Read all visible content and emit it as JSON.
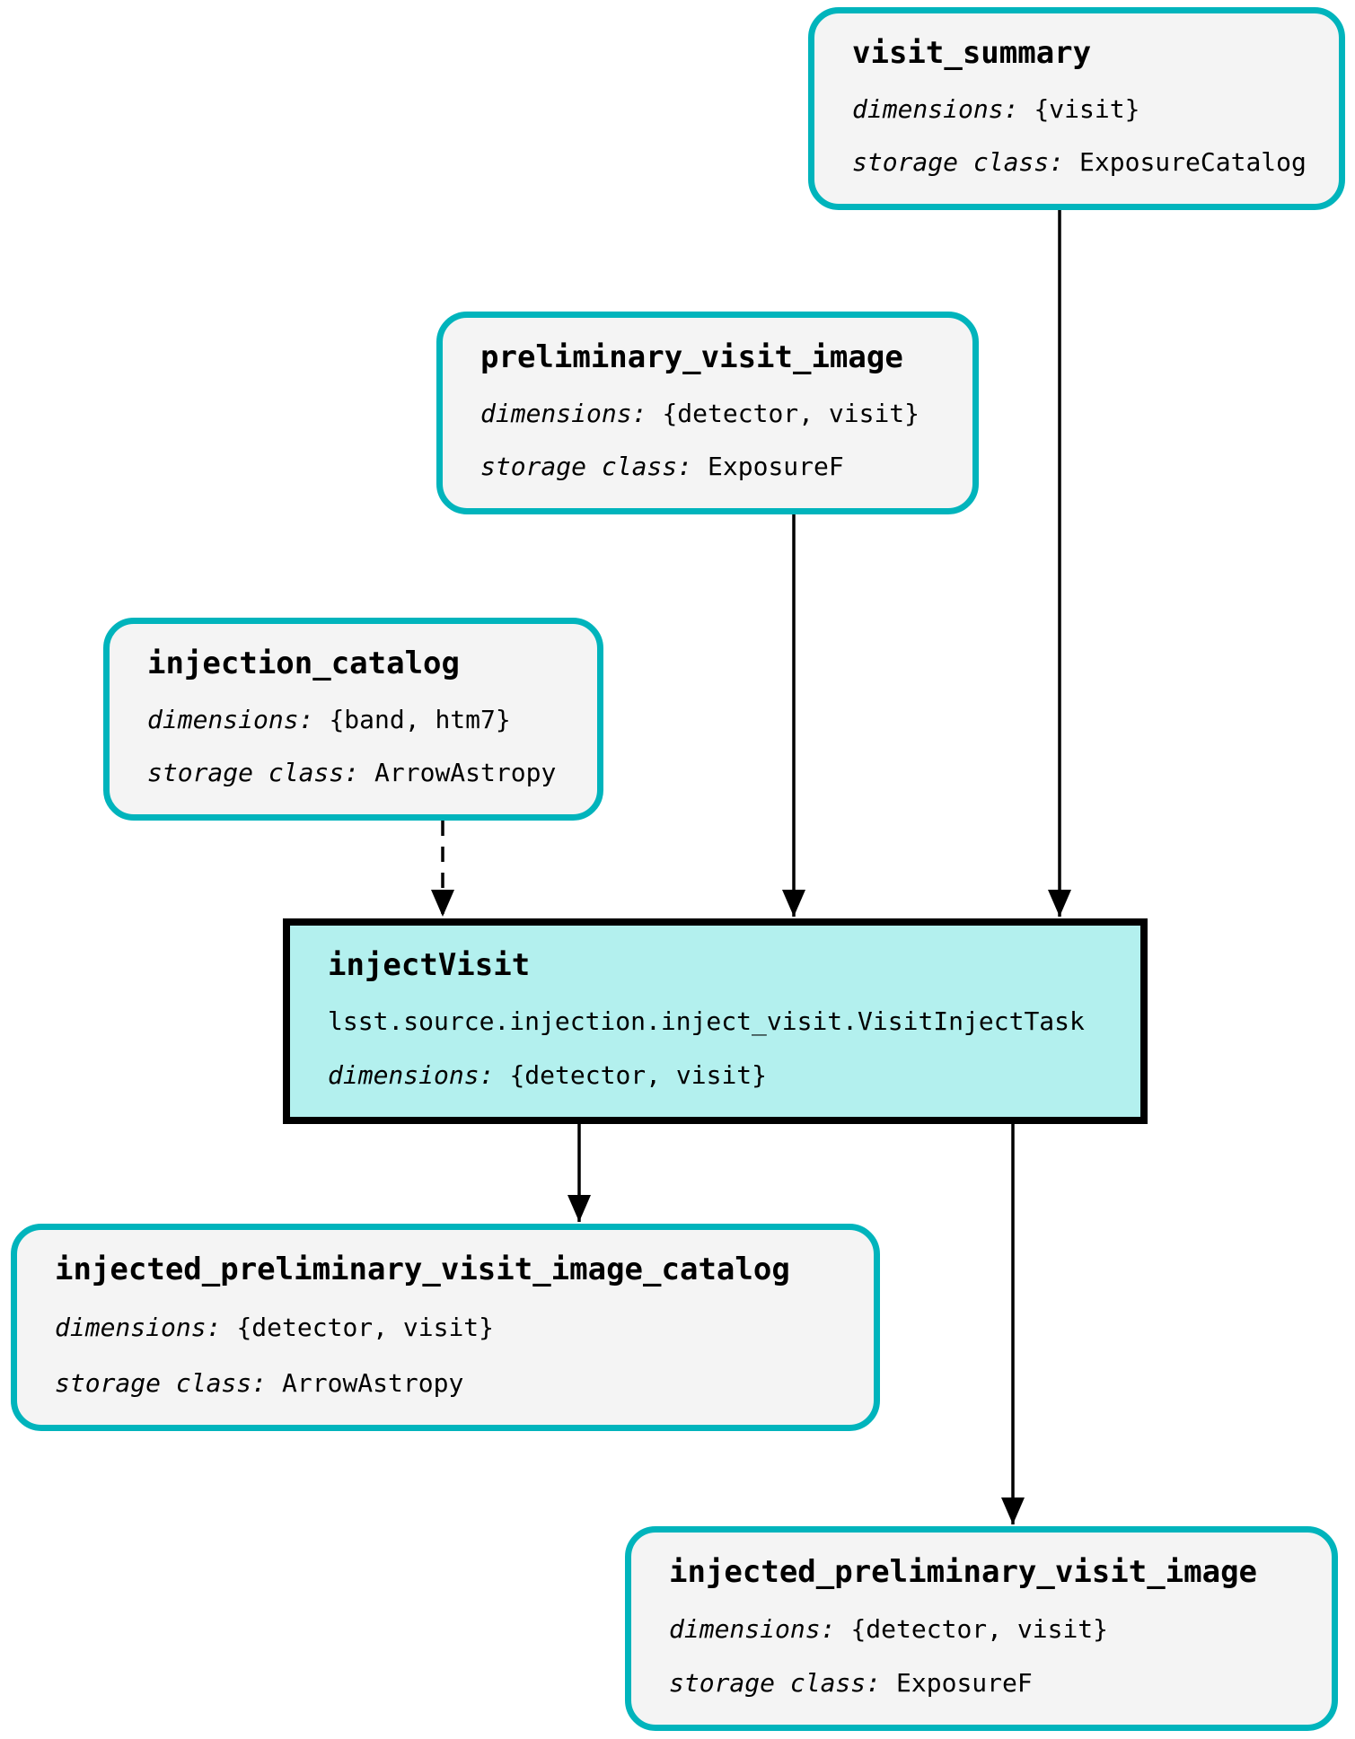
{
  "diagram_type": "pipeline-task-graph",
  "colors": {
    "background": "#ffffff",
    "dataset_border": "#00b4bc",
    "dataset_fill": "#f4f4f4",
    "task_border": "#000000",
    "task_fill": "#b3f0ee",
    "edge": "#000000",
    "text": "#000000"
  },
  "nodes": {
    "visit_summary": {
      "type": "dataset",
      "title": "visit_summary",
      "dimensions_label": "dimensions:",
      "dimensions_value": "{visit}",
      "storage_label": "storage class:",
      "storage_value": "ExposureCatalog"
    },
    "preliminary_visit_image": {
      "type": "dataset",
      "title": "preliminary_visit_image",
      "dimensions_label": "dimensions:",
      "dimensions_value": "{detector, visit}",
      "storage_label": "storage class:",
      "storage_value": "ExposureF"
    },
    "injection_catalog": {
      "type": "dataset",
      "title": "injection_catalog",
      "dimensions_label": "dimensions:",
      "dimensions_value": "{band, htm7}",
      "storage_label": "storage class:",
      "storage_value": "ArrowAstropy"
    },
    "injectVisit": {
      "type": "task",
      "title": "injectVisit",
      "task_class": "lsst.source.injection.inject_visit.VisitInjectTask",
      "dimensions_label": "dimensions:",
      "dimensions_value": "{detector, visit}"
    },
    "injected_preliminary_visit_image_catalog": {
      "type": "dataset",
      "title": "injected_preliminary_visit_image_catalog",
      "dimensions_label": "dimensions:",
      "dimensions_value": "{detector, visit}",
      "storage_label": "storage class:",
      "storage_value": "ArrowAstropy"
    },
    "injected_preliminary_visit_image": {
      "type": "dataset",
      "title": "injected_preliminary_visit_image",
      "dimensions_label": "dimensions:",
      "dimensions_value": "{detector, visit}",
      "storage_label": "storage class:",
      "storage_value": "ExposureF"
    }
  },
  "edges": [
    {
      "from": "visit_summary",
      "to": "injectVisit",
      "style": "solid"
    },
    {
      "from": "preliminary_visit_image",
      "to": "injectVisit",
      "style": "solid"
    },
    {
      "from": "injection_catalog",
      "to": "injectVisit",
      "style": "dashed"
    },
    {
      "from": "injectVisit",
      "to": "injected_preliminary_visit_image_catalog",
      "style": "solid"
    },
    {
      "from": "injectVisit",
      "to": "injected_preliminary_visit_image",
      "style": "solid"
    }
  ]
}
